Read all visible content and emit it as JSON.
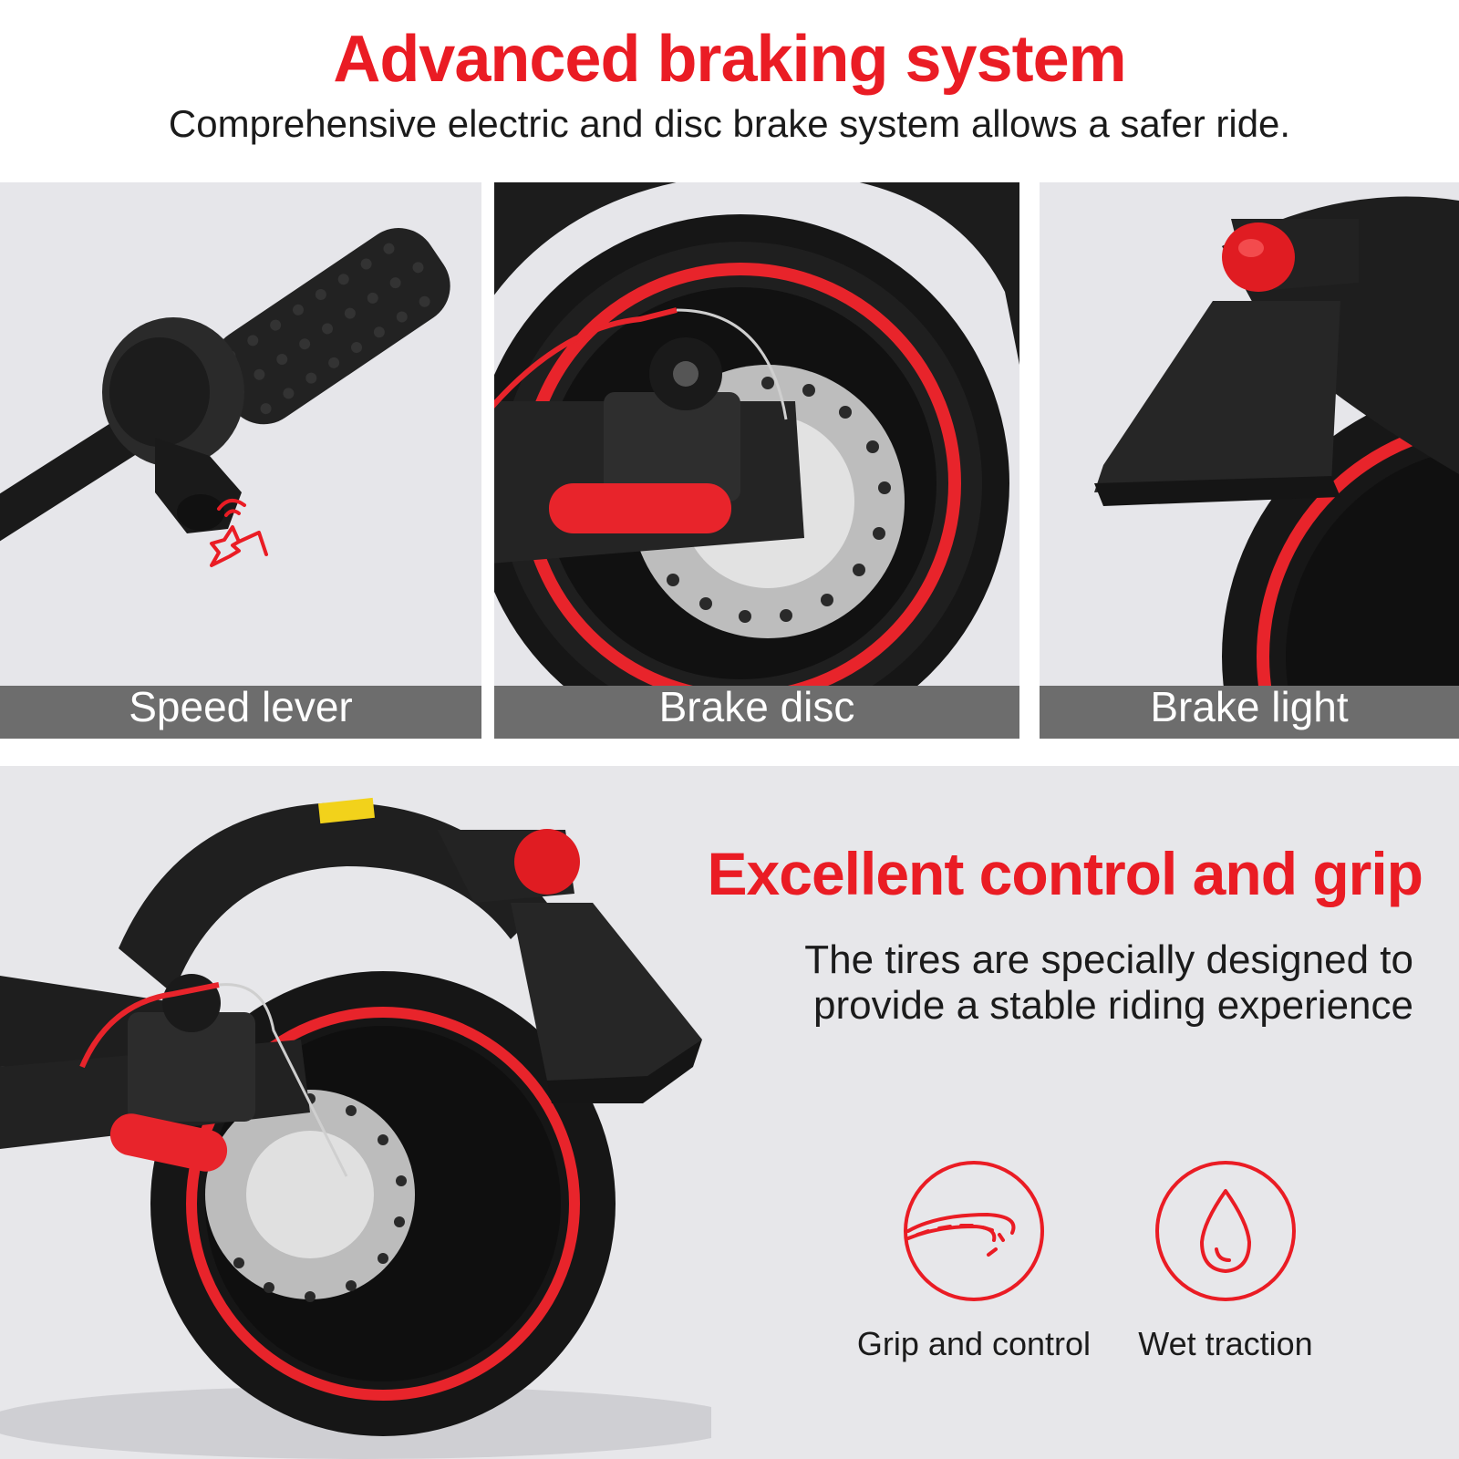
{
  "header": {
    "title": "Advanced braking system",
    "subtitle": "Comprehensive electric and disc brake system allows a safer ride."
  },
  "panels": [
    {
      "caption": "Speed lever",
      "icon": "tap-finger-icon"
    },
    {
      "caption": "Brake disc",
      "icon": "brake-disc-image"
    },
    {
      "caption": "Brake light",
      "icon": "rear-light-image"
    }
  ],
  "feature": {
    "title": "Excellent control and grip",
    "description_line1": "The tires are specially designed to",
    "description_line2": "provide a stable riding experience",
    "items": [
      {
        "label": "Grip and control",
        "icon": "road-curve-icon"
      },
      {
        "label": "Wet traction",
        "icon": "water-drop-icon"
      }
    ]
  },
  "colors": {
    "accent": "#ea1c24",
    "panel_bg": "#e7e7ea",
    "caption_bar": "#6d6d6d",
    "text": "#1b1b1b"
  }
}
